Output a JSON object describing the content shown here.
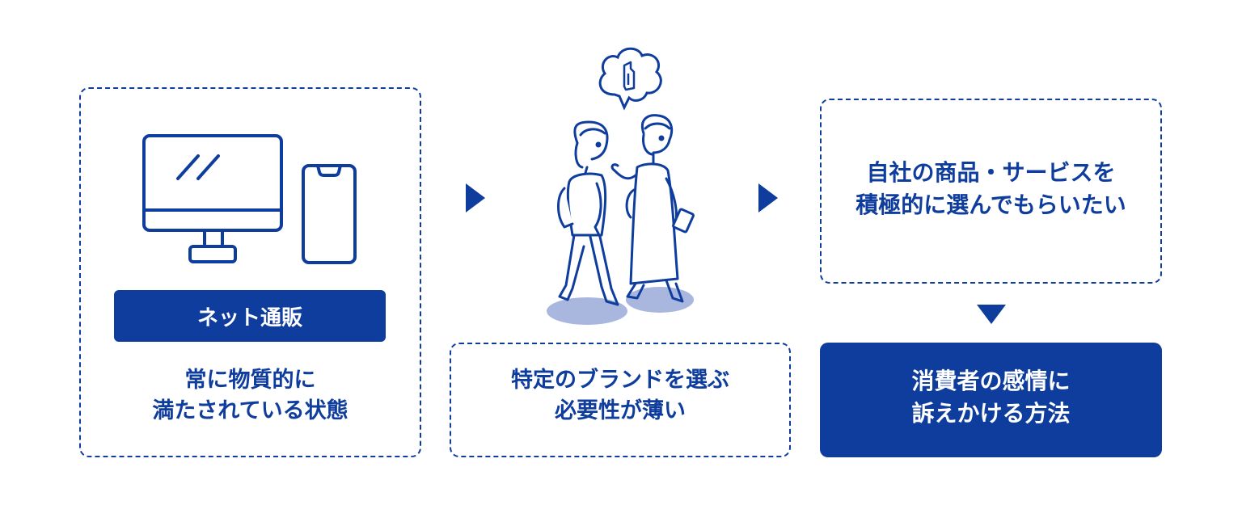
{
  "colors": {
    "primary": "#0f3d9e",
    "shadow": "#a9b7df",
    "background": "#ffffff"
  },
  "left_panel": {
    "label": "ネット通販",
    "caption_lines": [
      "常に物質的に",
      "満たされている状態"
    ],
    "icons": [
      "desktop-monitor-icon",
      "smartphone-icon"
    ]
  },
  "middle_panel": {
    "illustration": "two-women-walking",
    "thought_bubble_icon": "product-bottle-icon",
    "caption_lines": [
      "特定のブランドを選ぶ",
      "必要性が薄い"
    ]
  },
  "right_panel": {
    "goal_lines": [
      "自社の商品・サービスを",
      "積極的に選んでもらいたい"
    ],
    "result_lines": [
      "消費者の感情に",
      "訴えかける方法"
    ]
  },
  "arrows": [
    "right-arrow",
    "right-arrow",
    "down-arrow"
  ]
}
